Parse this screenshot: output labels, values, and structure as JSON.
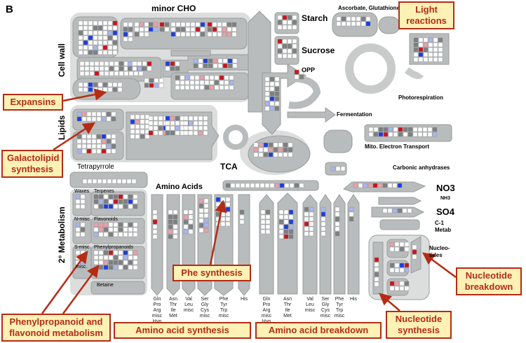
{
  "panel_letter": "B",
  "labels": {
    "minor_cho": "minor CHO",
    "cell_wall": "Cell wall",
    "lipids": "Lipids",
    "starch": "Starch",
    "sucrose": "Sucrose",
    "opp": "OPP",
    "ascorbate": "Ascorbate, Glutathione",
    "photorespiration": "Photorespiration",
    "fermentation": "Fermentation",
    "mito": "Mito. Electron Transport",
    "tca": "TCA",
    "carbonic": "Carbonic anhydrases",
    "tetrapyrrole": "Tetrapyrrole",
    "amino_acids": "Amino Acids",
    "secondary_metabolism": "2° Metabolism",
    "waxes": "Waxes",
    "terpenes": "Terpenes",
    "n_misc": "N-misc",
    "flavonoids": "Flavonoids",
    "s_misc": "S-misc",
    "phenylpropanoids": "Phenylpropanoids",
    "misc": "misc.",
    "betaine": "Betaine",
    "no3": "NO3",
    "nh3": "NH3",
    "so4": "SO4",
    "c1_metab": "C-1\nMetab",
    "nucleotides": "Nucleo-\ntides"
  },
  "aa_synthesis_groups": [
    "Gln\nPro\nArg\nmisc\nHyp",
    "Asn\nThr\nIle\nMet",
    "Val\nLeu\nmisc",
    "Ser\nGly\nCys\nmisc",
    "Phe\nTyr\nTrp\nmisc",
    "His"
  ],
  "aa_breakdown_groups": [
    "Gln\nPro\nArg\nmisc\nHyp",
    "Asn\nThr\nIle\nMet",
    "Val\nLeu\nmisc",
    "Ser\nGly\nCys\nmisc",
    "Phe\nTyr\nTrp\nmisc",
    "His"
  ],
  "callouts": {
    "light_reactions": "Light\nreactions",
    "expansins": "Expansins",
    "galactolipid": "Galactolipid\nsynthesis",
    "phe_synthesis": "Phe synthesis",
    "phenylpropanoid": "Phenylpropanoid and\nflavonoid metabolism",
    "aa_synthesis": "Amino acid  synthesis",
    "aa_breakdown": "Amino acid  breakdown",
    "nucleotide_breakdown": "Nucleotide\nbreakdown",
    "nucleotide_synthesis": "Nucleotide\nsynthesis"
  },
  "colors": {
    "pathway_fill": "#b9bcbc",
    "pathway_stroke": "#9a9d9d",
    "background_fill": "#dcdede",
    "cell_white": "#ffffff",
    "cell_dark_grey": "#7d8080",
    "cell_red": "#c8141e",
    "cell_pink": "#e9a0aa",
    "cell_blue": "#1c3ee0",
    "cell_light_blue": "#a9b6ef",
    "callout_fill": "#fdf1b6",
    "callout_border": "#b52c14",
    "arrow": "#b52c14"
  }
}
